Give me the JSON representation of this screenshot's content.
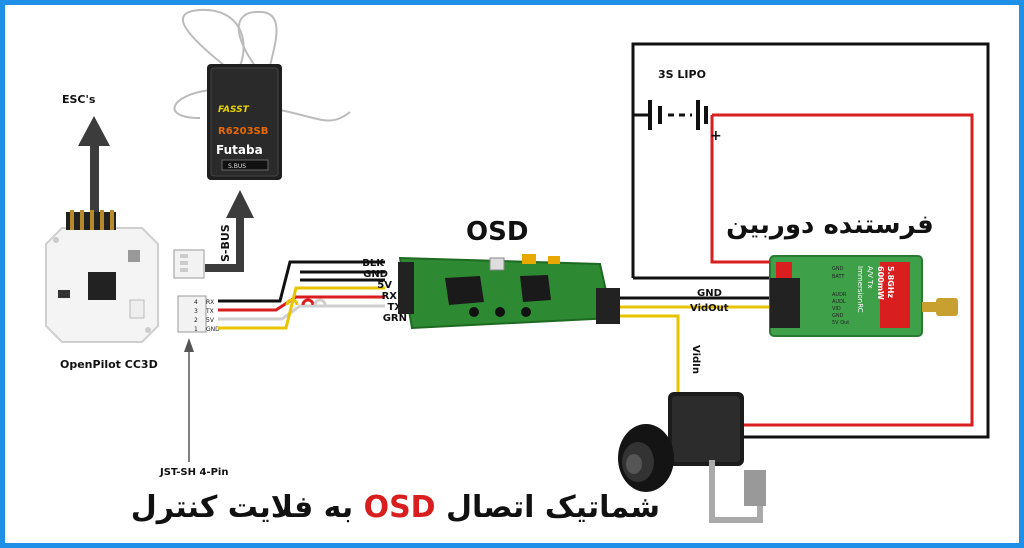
{
  "labels": {
    "escs": "ESC's",
    "sbus": "S-BUS",
    "osd": "OSD",
    "lipo": "3S LIPO",
    "lipo_plus": "+",
    "cc3d": "OpenPilot CC3D",
    "jst": "JST-SH 4-Pin",
    "gnd": "GND",
    "vidout": "VidOut",
    "vidin": "VidIn",
    "transmitter_fa": "فرستنده دوربین",
    "title_fa_part1": "شماتیک اتصال",
    "title_fa_osd": "OSD",
    "title_fa_part2": "به فلایت کنترل"
  },
  "osd_pins": [
    "BLK",
    "GND",
    "5V",
    "RX",
    "TX",
    "GRN"
  ],
  "cc3d_port_pins": [
    {
      "num": "4",
      "name": "RX"
    },
    {
      "num": "3",
      "name": "TX"
    },
    {
      "num": "2",
      "name": "5V"
    },
    {
      "num": "1",
      "name": "GND"
    }
  ],
  "receiver": {
    "brand": "Futaba",
    "model": "R6203SB",
    "logo": "FASST",
    "port": "S.BUS"
  },
  "transmitter": {
    "pins": [
      "GND",
      "BATT",
      "AUDR",
      "AUDL",
      "VID",
      "GND",
      "5V Out"
    ],
    "line1": "5.8GHz",
    "line2": "600mW",
    "line3": "A/V Tx",
    "brand": "ImmersionRC"
  },
  "colors": {
    "frame": "#1e90e8",
    "red_wire": "#d81e1e",
    "black_wire": "#111111",
    "yellow_wire": "#e8c400",
    "white_wire": "#cfcfcf",
    "osd_board": "#2e8a32",
    "tx_board": "#3fa04a"
  }
}
